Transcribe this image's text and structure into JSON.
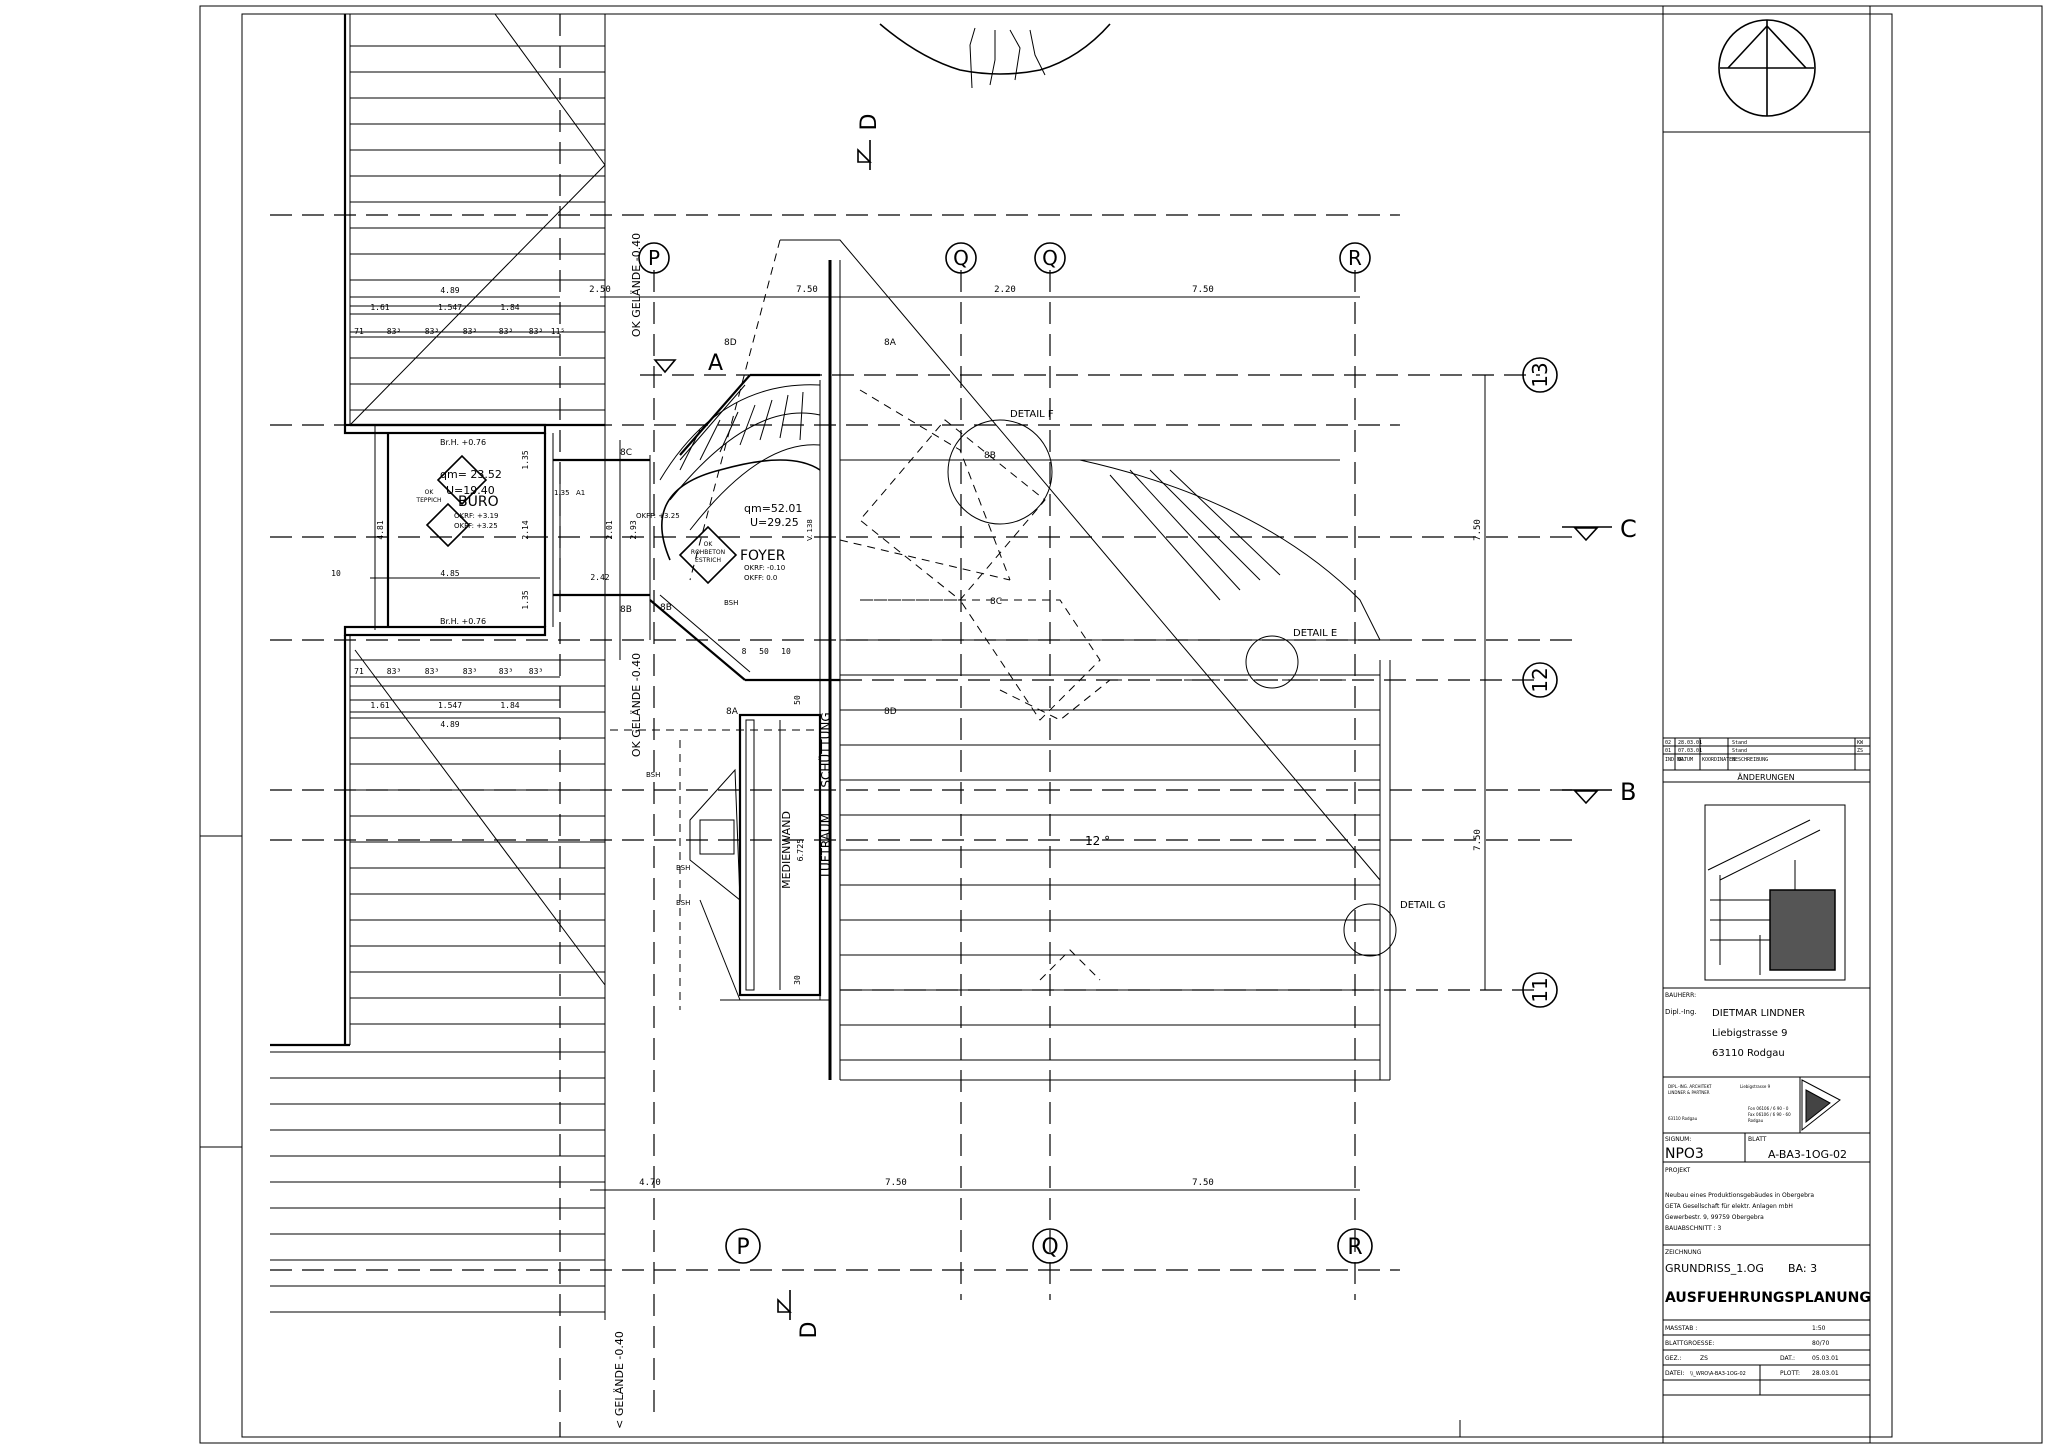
{
  "grid_axes": {
    "top": [
      "P",
      "Q",
      "Q",
      "R"
    ],
    "bottom": [
      "P",
      "Q",
      "R"
    ],
    "right": [
      "13",
      "12",
      "11"
    ]
  },
  "sections": {
    "d_top": "D",
    "d_bottom": "D",
    "c": "C",
    "b": "B",
    "a": "A"
  },
  "dimensions": {
    "top_p_q": "7.50",
    "top_qprime_q": "2.20",
    "top_q_r": "7.50",
    "left_250": "2.50",
    "bottom_470": "4.70",
    "bottom_p_q": "7.50",
    "bottom_q_r": "7.50",
    "right_13_12": "7.50",
    "right_12_11": "7.50",
    "upper_489": "4.89",
    "upper_161": "1.61",
    "upper_1547": "1.547",
    "upper_184": "1.84",
    "upper_71": "71",
    "upper_833a": "83³",
    "upper_833b": "83³",
    "upper_833c": "83³",
    "upper_833d": "83³",
    "upper_833e": "83³",
    "upper_115": "11⁵",
    "lower_71": "71",
    "lower_833a": "83³",
    "lower_833b": "83³",
    "lower_833c": "83³",
    "lower_833d": "83³",
    "lower_833e": "83³",
    "lower_161": "1.61",
    "lower_1547": "1.547",
    "lower_184": "1.84",
    "lower_489": "4.89",
    "buero_481": "4.81",
    "buero_485": "4.85",
    "buero_135a": "1.35",
    "buero_214": "2.14",
    "buero_135b": "1.35",
    "left_10": "10",
    "mid_201": "2.01",
    "mid_293": "2.93",
    "mid_242": "2.42",
    "foyer_8": "8",
    "foyer_50": "50",
    "foyer_10": "10",
    "lw_50": "50",
    "lw_30": "30"
  },
  "rooms": {
    "buero_name": "BÜRO",
    "buero_qm": "qm= 23.52",
    "buero_u": "U=19.40",
    "buero_okrf": "OKRF: +3.19",
    "buero_okff": "OKFF: +3.25",
    "buero_brh_top": "Br.H. +0.76",
    "buero_brh_bottom": "Br.H. +0.76",
    "buero_tag_1": "OK",
    "buero_tag_2": "TEPPICH",
    "foyer_name": "FOYER",
    "foyer_qm": "qm=52.01",
    "foyer_u": "U=29.25",
    "foyer_okrf": "OKRF: -0.10",
    "foyer_okff": "OKFF: 0.0",
    "foyer_tag_1": "OK",
    "foyer_tag_2": "ROHBETON",
    "foyer_tag_3": "ESTRICH",
    "okff_stair": "OKFF: +3.25",
    "medienwand": "MEDIENWAND",
    "medienwand_h": "6.725",
    "luftraum": "LUFTRAUM",
    "schuettung": "SCHÜTTUNG"
  },
  "labels": {
    "gelaende_top": "OK GELÄNDE -0.40",
    "gelaende_mid": "OK GELÄNDE -0.40",
    "gelaende_bottom": "< GELÄNDE -0.40",
    "detail_f": "DETAIL F",
    "detail_e": "DETAIL E",
    "detail_g": "DETAIL G",
    "slope": "12 °",
    "tag_8a_top": "8A",
    "tag_8d": "8D",
    "tag_8c": "8C",
    "tag_8b": "8B",
    "tag_8c_right": "8C",
    "tag_8b_right": "8B",
    "tag_8d_bottom": "8D",
    "tag_8a_left": "8A",
    "tag_8b_mid": "8B",
    "tag_8bm": "BSH",
    "tag_bsh1": "BSH",
    "tag_bsh2": "BSH",
    "tag_bsh3": "BSH",
    "tag_a1": "A1",
    "tag_135": "1.35",
    "v_138": "V. 138"
  },
  "title_block": {
    "revisions": [
      {
        "idx": "02",
        "date": "28.03.01",
        "desc": "Stand",
        "by": "KW"
      },
      {
        "idx": "01",
        "date": "07.03.01",
        "desc": "Stand",
        "by": "ZS"
      }
    ],
    "rev_header": [
      "IND NR.",
      "DATUM",
      "KOORDINATEN",
      "BESCHREIBUNG"
    ],
    "aenderungen": "ÄNDERUNGEN",
    "bauherr_label": "BAUHERR:",
    "bauherr_title": "Dipl.-Ing.",
    "bauherr_name": "DIETMAR LINDNER",
    "bauherr_street": "Liebigstrasse 9",
    "bauherr_city": "63110 Rodgau",
    "architect_line1": "DIPL.-ING. ARCHITEKT",
    "architect_line2": "LINDNER & PARTNER",
    "architect_line3": "Liebigstrasse 9",
    "architect_line4": "63110 Rodgau",
    "architect_tel": "Fon 06106 / 6 90 - 0",
    "architect_fax": "Fax 06106 / 6 90 - 60",
    "architect_mail": "Rodgau",
    "signum_label": "SIGNUM:",
    "signum": "NPO3",
    "blatt_label": "BLATT",
    "blatt": "A-BA3-1OG-02",
    "projekt_label": "PROJEKT",
    "projekt_line1": "Neubau eines Produktionsgebäudes in Obergebra",
    "projekt_line2": "GETA  Gesellschaft für elektr. Anlagen mbH",
    "projekt_line3": "Gewerbestr. 9, 99759 Obergebra",
    "projekt_line4": "BAUABSCHNITT : 3",
    "zeichnung_label": "ZEICHNUNG",
    "zeichnung": "GRUNDRISS_1.OG",
    "ba": "BA:  3",
    "ausfuehrung": "AUSFUEHRUNGSPLANUNG",
    "massstab_label": "MASSTAB :",
    "massstab": "1:50",
    "blattgroesse_label": "BLATTGROESSE:",
    "blattgroesse": "80/70",
    "gez_label": "GEZ.:",
    "gez": "ZS",
    "dat_label": "DAT.:",
    "dat": "05.03.01",
    "datei_label": "DATEI:",
    "datei": "\\\\_WRO\\A-BA3-1OG-02",
    "plott_label": "PLOTT:",
    "plott": "28.03.01"
  }
}
